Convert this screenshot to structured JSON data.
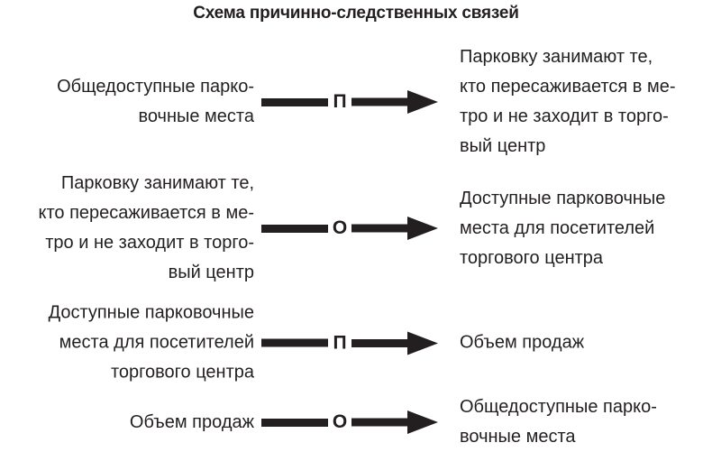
{
  "title": "Схема причинно-следственных связей",
  "colors": {
    "ink": "#231f20",
    "background": "#ffffff"
  },
  "legend_symbols": {
    "P": "П",
    "O": "О"
  },
  "rows": [
    {
      "id": "row-1",
      "cause_lines": [
        "Общедоступные парко-",
        "вочные места"
      ],
      "relation_symbol": "П",
      "effect_lines": [
        "Парковку занимают те,",
        "кто пересаживается в ме-",
        "тро и не заходит в торго-",
        "вый центр"
      ]
    },
    {
      "id": "row-2",
      "cause_lines": [
        "Парковку занимают те,",
        "кто пересаживается в ме-",
        "тро и не заходит в торго-",
        "вый центр"
      ],
      "relation_symbol": "О",
      "effect_lines": [
        "Доступные парковочные",
        "места для посетителей",
        "торгового центра"
      ]
    },
    {
      "id": "row-3",
      "cause_lines": [
        "Доступные парковочные",
        "места для посетителей",
        "торгового центра"
      ],
      "relation_symbol": "П",
      "effect_lines": [
        "Объем продаж"
      ]
    },
    {
      "id": "row-4",
      "cause_lines": [
        "Объем продаж"
      ],
      "relation_symbol": "О",
      "effect_lines": [
        "Общедоступные парко-",
        "вочные места"
      ]
    }
  ]
}
